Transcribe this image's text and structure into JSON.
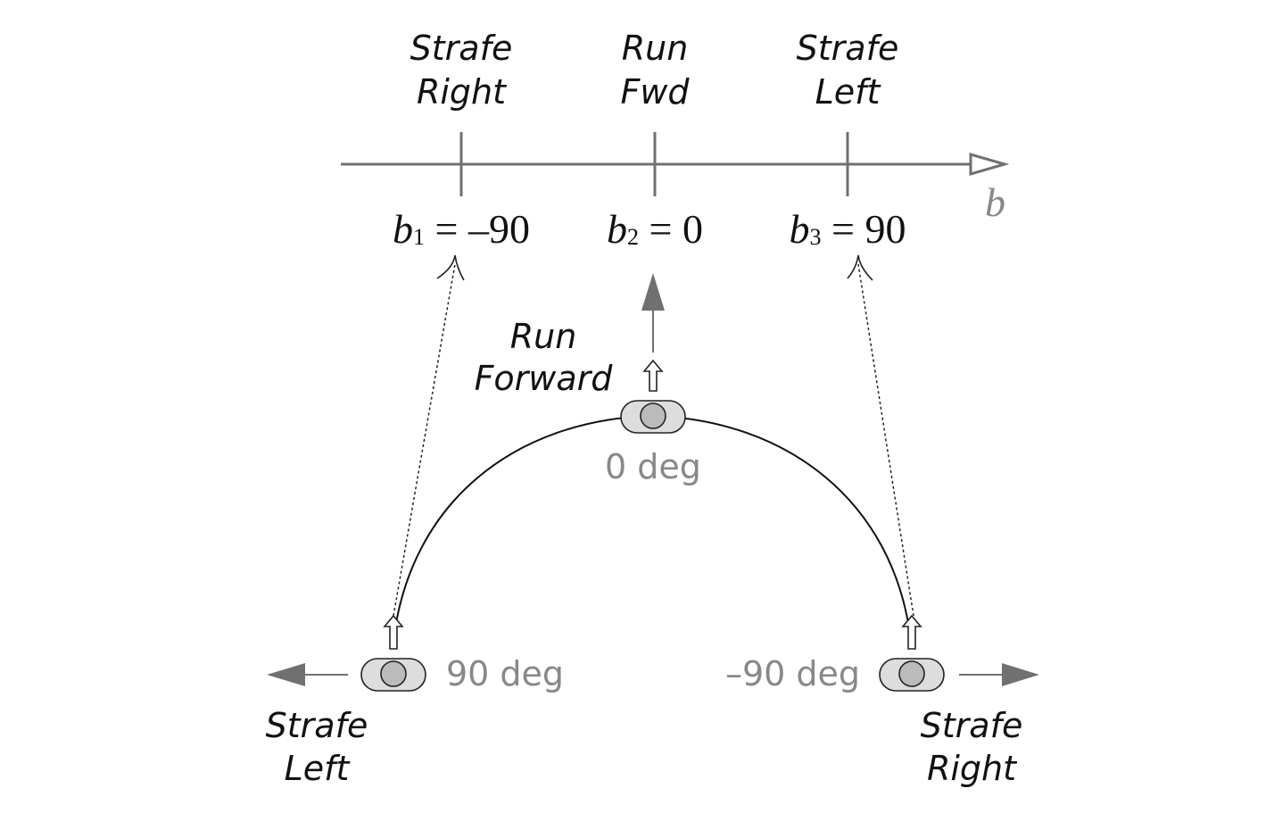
{
  "axis": {
    "name": "b",
    "ticks": [
      {
        "label": "Strafe Right",
        "symbol": "b",
        "subscript": "1",
        "value": "–90"
      },
      {
        "label": "Run Fwd",
        "symbol": "b",
        "subscript": "2",
        "value": "0"
      },
      {
        "label": "Strafe Left",
        "symbol": "b",
        "subscript": "3",
        "value": "90"
      }
    ]
  },
  "poses": {
    "forward": {
      "label": "Run Forward",
      "angle": "0 deg"
    },
    "left": {
      "label": "Strafe Left",
      "angle": "90 deg"
    },
    "right": {
      "label": "Strafe Right",
      "angle": "–90 deg"
    }
  },
  "colors": {
    "axis": "#707070",
    "axis_name": "#888888",
    "angle_text": "#888888",
    "arrow": "#707070",
    "character_body": "#dddddd",
    "character_head": "#bbbbbb",
    "outline": "#222222"
  }
}
